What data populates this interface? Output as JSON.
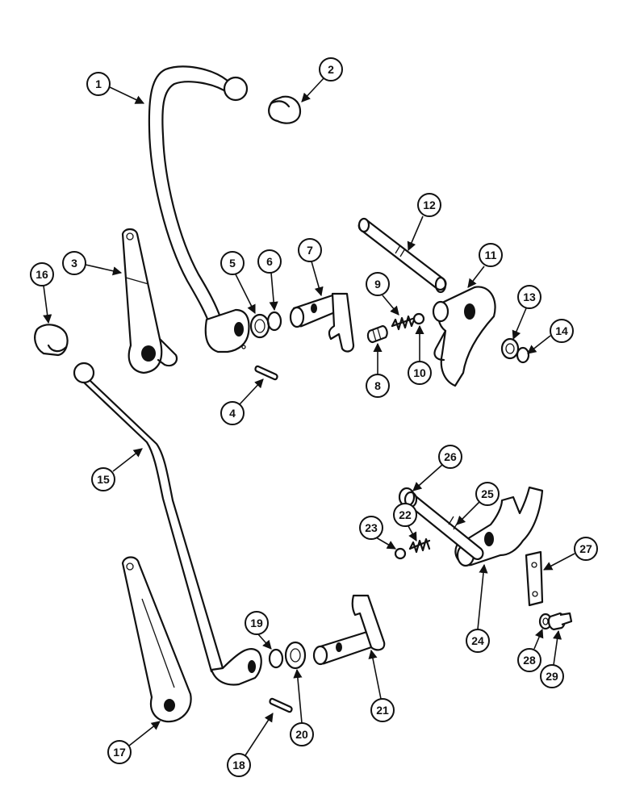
{
  "callouts": [
    {
      "label": "1"
    },
    {
      "label": "2"
    },
    {
      "label": "3"
    },
    {
      "label": "4"
    },
    {
      "label": "5"
    },
    {
      "label": "6"
    },
    {
      "label": "7"
    },
    {
      "label": "8"
    },
    {
      "label": "9"
    },
    {
      "label": "10"
    },
    {
      "label": "11"
    },
    {
      "label": "12"
    },
    {
      "label": "13"
    },
    {
      "label": "14"
    },
    {
      "label": "15"
    },
    {
      "label": "16"
    },
    {
      "label": "17"
    },
    {
      "label": "18"
    },
    {
      "label": "19"
    },
    {
      "label": "20"
    },
    {
      "label": "21"
    },
    {
      "label": "22"
    },
    {
      "label": "23"
    },
    {
      "label": "24"
    },
    {
      "label": "25"
    },
    {
      "label": "26"
    },
    {
      "label": "27"
    },
    {
      "label": "28"
    },
    {
      "label": "29"
    }
  ],
  "colors": {
    "line": "#111111",
    "background": "#ffffff"
  }
}
